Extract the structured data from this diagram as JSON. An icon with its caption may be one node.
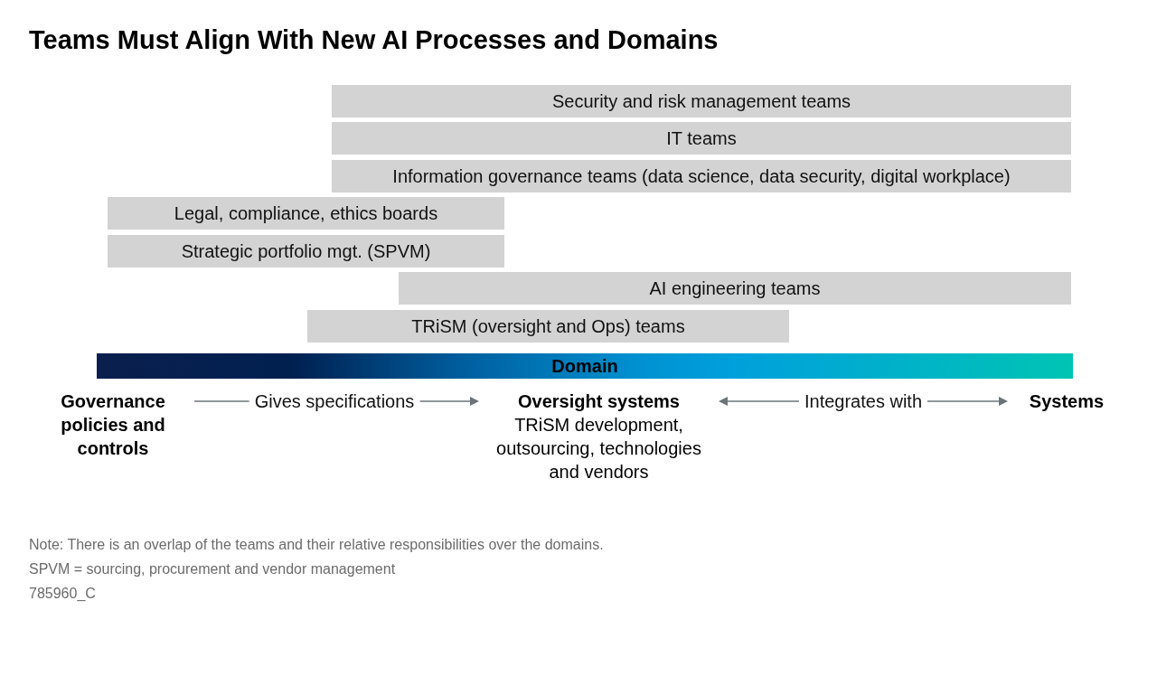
{
  "diagram": {
    "title": "Teams Must Align With New AI Processes and Domains",
    "nodes": [
      {
        "text": [
          "Security and risk management teams"
        ]
      },
      {
        "text": [
          "IT teams"
        ]
      },
      {
        "text": [
          "Information governance teams (data science, data security, digital workplace)"
        ]
      },
      {
        "text": [
          "Legal, compliance, ethics boards"
        ]
      },
      {
        "text": [
          "Strategic portfolio mgt. (SPVM)"
        ]
      },
      {
        "text": [
          "AI engineering teams"
        ]
      },
      {
        "text": [
          "TRiSM (oversight and Ops) teams"
        ]
      },
      {
        "text": [
          "Domain"
        ]
      },
      {
        "text": [
          "Governance policies and controls"
        ]
      },
      {
        "text": [
          "Oversight systems",
          "TRiSM development, outsourcing, technologies and vendors"
        ]
      },
      {
        "text": [
          "Systems"
        ]
      }
    ],
    "edges": [
      {
        "from": 8,
        "to": 9,
        "arrow": "to",
        "label": "Gives specifications"
      },
      {
        "from": 9,
        "to": 10,
        "arrow": "both",
        "label": "Integrates with"
      }
    ],
    "labels": [
      "Note: There is an overlap of the teams and their relative responsibilities over the domains.",
      "SPVM = sourcing, procurement and vendor management",
      "785960_C"
    ]
  }
}
